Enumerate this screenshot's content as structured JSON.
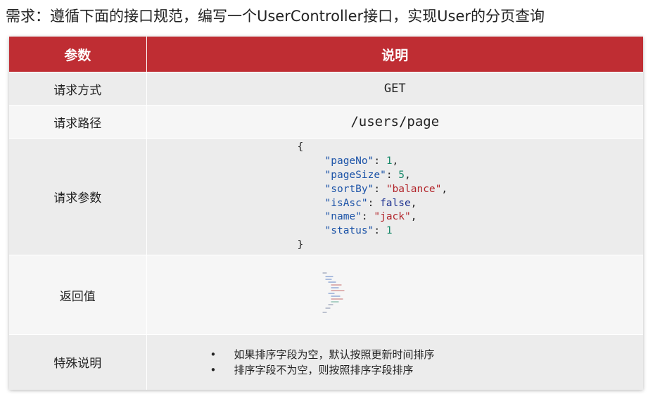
{
  "heading": "需求：遵循下面的接口规范，编写一个UserController接口，实现User的分页查询",
  "table": {
    "headers": [
      "参数",
      "说明"
    ],
    "rows": {
      "method": {
        "label": "请求方式",
        "value": "GET"
      },
      "path": {
        "label": "请求路径",
        "value": "/users/page"
      },
      "params": {
        "label": "请求参数",
        "code": {
          "open": "{",
          "close": "}",
          "fields": [
            {
              "key": "\"pageNo\"",
              "value": "1",
              "kind": "num",
              "comma": ","
            },
            {
              "key": "\"pageSize\"",
              "value": "5",
              "kind": "num",
              "comma": ","
            },
            {
              "key": "\"sortBy\"",
              "value": "\"balance\"",
              "kind": "str",
              "comma": ","
            },
            {
              "key": "\"isAsc\"",
              "value": "false",
              "kind": "kw",
              "comma": ","
            },
            {
              "key": "\"name\"",
              "value": "\"jack\"",
              "kind": "str",
              "comma": ","
            },
            {
              "key": "\"status\"",
              "value": "1",
              "kind": "num",
              "comma": ""
            }
          ]
        }
      },
      "returns": {
        "label": "返回值",
        "thumbnail": "code-snippet-thumbnail"
      },
      "notes": {
        "label": "特殊说明",
        "items": [
          "如果排序字段为空，默认按照更新时间排序",
          "排序字段不为空，则按照排序字段排序"
        ]
      }
    }
  },
  "colors": {
    "header_bg": "#bf2d33",
    "json_key": "#1d54a8",
    "json_number": "#1a8a6b",
    "json_string": "#b2252b",
    "json_keyword": "#1b2f8f"
  }
}
